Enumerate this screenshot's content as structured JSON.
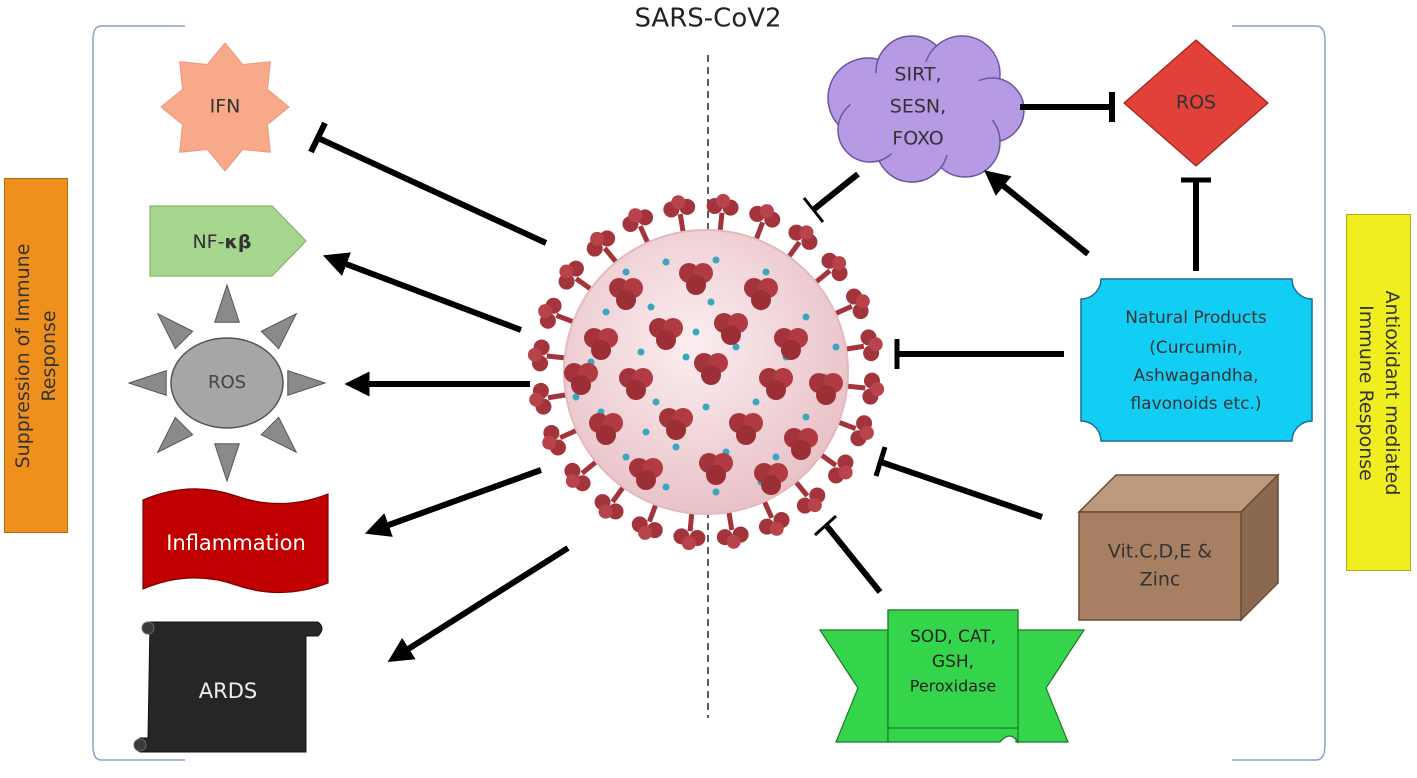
{
  "title": "SARS-CoV2",
  "left_panel": {
    "label_line1": "Suppression of Immune",
    "label_line2": "Response",
    "color": "#f0901c",
    "items": [
      {
        "id": "ifn",
        "label": "IFN",
        "color": "#f7a98a",
        "relation": "inhibits"
      },
      {
        "id": "nfkb",
        "label_prefix": "NF-",
        "label_bold": "κβ",
        "color": "#a6d58e",
        "relation": "activates"
      },
      {
        "id": "ros_left",
        "label": "ROS",
        "color": "#a6a6a6",
        "relation": "activates"
      },
      {
        "id": "inflammation",
        "label": "Inflammation",
        "color": "#c00000",
        "relation": "activates"
      },
      {
        "id": "ards",
        "label": "ARDS",
        "color": "#262626",
        "relation": "activates"
      }
    ]
  },
  "right_panel": {
    "label_line1": "Antioxidant mediated",
    "label_line2": "Immune Response",
    "color": "#f0ee1e",
    "items": [
      {
        "id": "sirt",
        "lines": [
          "SIRT,",
          "SESN,",
          "FOXO"
        ],
        "color": "#b69ae4"
      },
      {
        "id": "ros_right",
        "label": "ROS",
        "color": "#e2413a"
      },
      {
        "id": "natural",
        "lines": [
          "Natural Products",
          "(Curcumin,",
          "Ashwagandha,",
          "flavonoids etc.)"
        ],
        "color": "#12cef5"
      },
      {
        "id": "vitamins",
        "lines": [
          "Vit.C,D,E &",
          "Zinc"
        ],
        "color": "#a78063"
      },
      {
        "id": "enzymes",
        "lines": [
          "SOD, CAT,",
          "GSH,",
          "Peroxidase"
        ],
        "color": "#35d54b"
      }
    ]
  },
  "virus": {
    "body_color": "#f2dcdf",
    "spike_color": "#a4343b",
    "dot_color": "#3aa6c0"
  }
}
